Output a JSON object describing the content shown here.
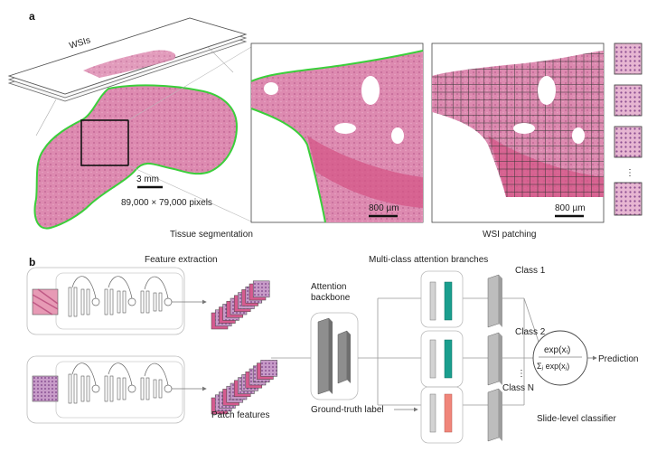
{
  "panel_a": {
    "label": "a",
    "wsis": "WSIs",
    "scale_3mm": "3 mm",
    "pixels": "89,000 × 79,000 pixels",
    "tissue_segmentation": "Tissue segmentation",
    "wsi_patching": "WSI patching",
    "scale_800_left": "800 µm",
    "scale_800_right": "800 µm",
    "ellipsis": "⋮"
  },
  "panel_b": {
    "label": "b",
    "feature_extraction": "Feature extraction",
    "patch_features": "Patch features",
    "attention_backbone_1": "Attention",
    "attention_backbone_2": "backbone",
    "multiclass": "Multi-class attention branches",
    "class1": "Class 1",
    "class2": "Class 2",
    "classN": "Class N",
    "vdots": "⋮",
    "softmax_num": "exp(xᵢ)",
    "softmax_den": "Σⱼ exp(xⱼ)",
    "prediction": "Prediction",
    "ground_truth": "Ground-truth label",
    "slide_level": "Slide-level classifier"
  },
  "colors": {
    "tissue": "#d77aa3",
    "tissue_dark": "#b94d83",
    "outline_green": "#3bcf3b",
    "teal": "#1a9e8e",
    "salmon": "#f0857a",
    "gray_bar": "#bdbdbd"
  }
}
